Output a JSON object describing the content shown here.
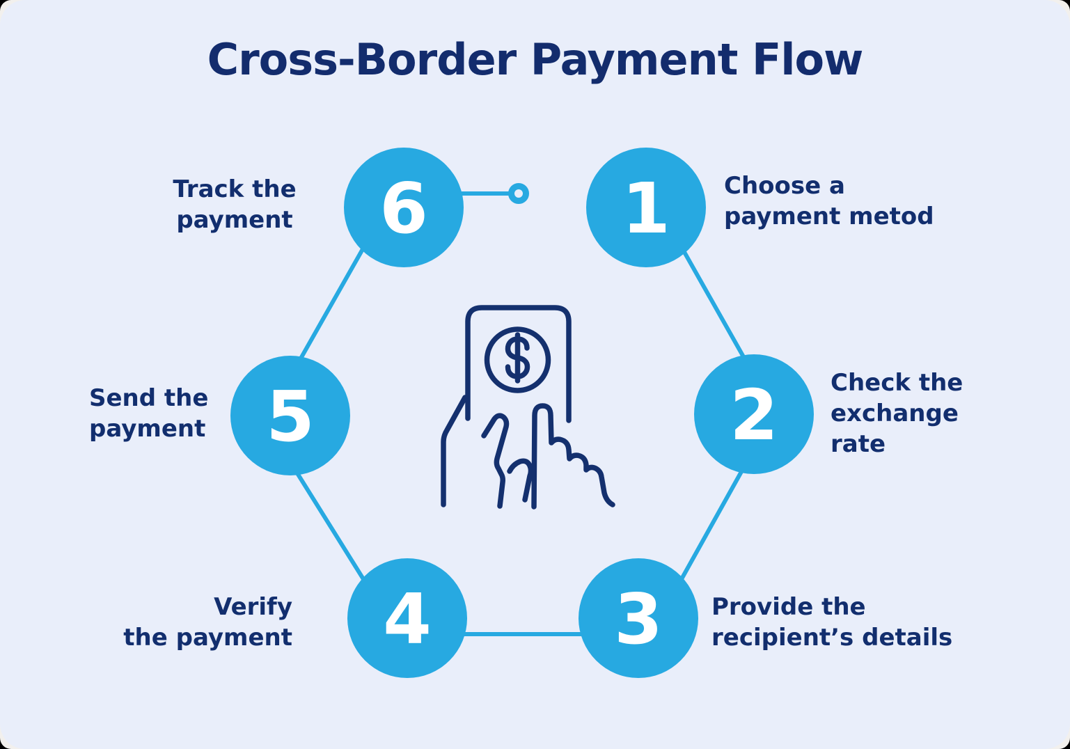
{
  "title": "Cross-Border Payment Flow",
  "colors": {
    "card_bg": "#e9eefa",
    "outer_bg": "#f2f0ed",
    "accent_cyan": "#27a9e1",
    "navy_text": "#122e6e",
    "number_color": "#ffffff"
  },
  "steps": [
    {
      "num": "1",
      "label": "Choose a\npayment metod"
    },
    {
      "num": "2",
      "label": "Check the\nexchange\nrate"
    },
    {
      "num": "3",
      "label": "Provide the\nrecipient’s details"
    },
    {
      "num": "4",
      "label": "Verify\nthe payment"
    },
    {
      "num": "5",
      "label": "Send the\npayment"
    },
    {
      "num": "6",
      "label": "Track the\npayment"
    }
  ],
  "center_icon": "hand-tapping-phone-with-dollar-sign"
}
